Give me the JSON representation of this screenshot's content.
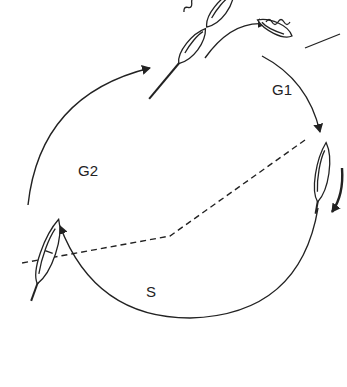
{
  "diagram": {
    "labels": [
      "G1",
      "G2",
      "S"
    ]
  }
}
